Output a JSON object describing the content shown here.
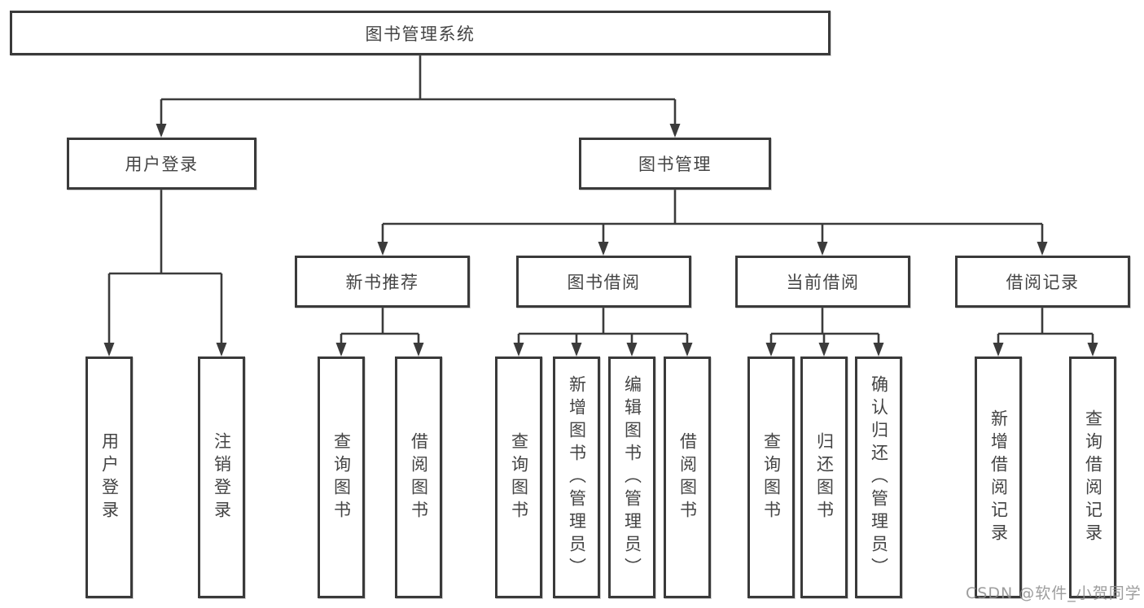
{
  "colors": {
    "line": "#3b3b3b",
    "box_border": "#3a3a3a",
    "text": "#444444",
    "background": "#ffffff",
    "watermark": "#8c8c8c"
  },
  "watermark": {
    "text": "CSDN @软件_小贺同学"
  },
  "tree": {
    "root": {
      "label": "图书管理系统",
      "children": [
        {
          "label": "用户登录",
          "children": [
            {
              "label": "用户登录"
            },
            {
              "label": "注销登录"
            }
          ]
        },
        {
          "label": "图书管理",
          "children": [
            {
              "label": "新书推荐",
              "children": [
                {
                  "label": "查询图书"
                },
                {
                  "label": "借阅图书"
                }
              ]
            },
            {
              "label": "图书借阅",
              "children": [
                {
                  "label": "查询图书"
                },
                {
                  "label": "新增图书（管理员）"
                },
                {
                  "label": "编辑图书（管理员）"
                },
                {
                  "label": "借阅图书"
                }
              ]
            },
            {
              "label": "当前借阅",
              "children": [
                {
                  "label": "查询图书"
                },
                {
                  "label": "归还图书"
                },
                {
                  "label": "确认归还（管理员）"
                }
              ]
            },
            {
              "label": "借阅记录",
              "children": [
                {
                  "label": "新增借阅记录"
                },
                {
                  "label": "查询借阅记录"
                }
              ]
            }
          ]
        }
      ]
    }
  }
}
